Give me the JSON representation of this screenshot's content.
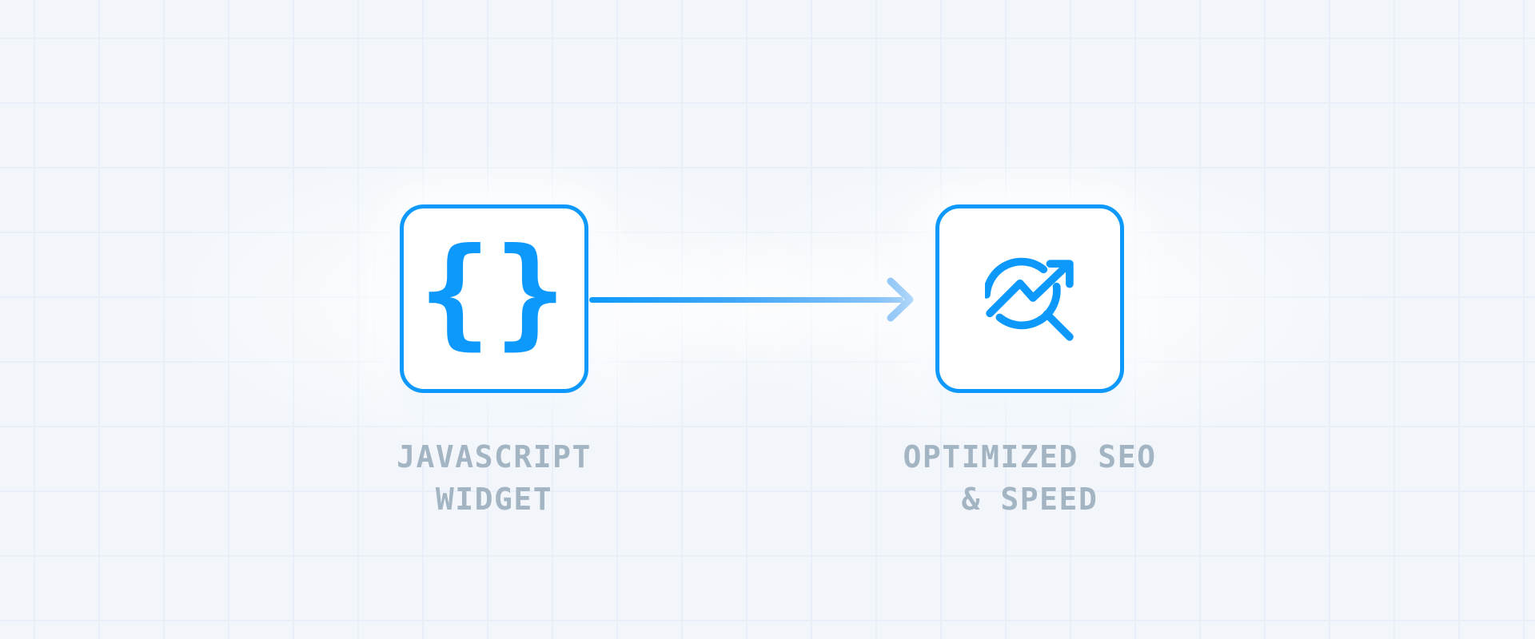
{
  "page": {
    "background_color": "#F2F6FB",
    "grid_line_color": "#E9EFF8",
    "accent_blue": "#0D99FB",
    "label_color": "#A3B4C3",
    "arrow_gradient_start": "#0D99FB",
    "arrow_gradient_end": "#92C7F8",
    "arrow_head_color": "#8EC5F7"
  },
  "diagram": {
    "nodes": [
      {
        "id": "javascript-widget",
        "icon": "braces-icon",
        "icon_glyph": "{}",
        "label_line1": "JAVASCRIPT",
        "label_line2": "WIDGET"
      },
      {
        "id": "optimized-seo-speed",
        "icon": "trend-search-icon",
        "label_line1": "OPTIMIZED SEO",
        "label_line2": "& SPEED"
      }
    ],
    "connector": {
      "shape": "arrow-right",
      "from": "javascript-widget",
      "to": "optimized-seo-speed"
    }
  }
}
